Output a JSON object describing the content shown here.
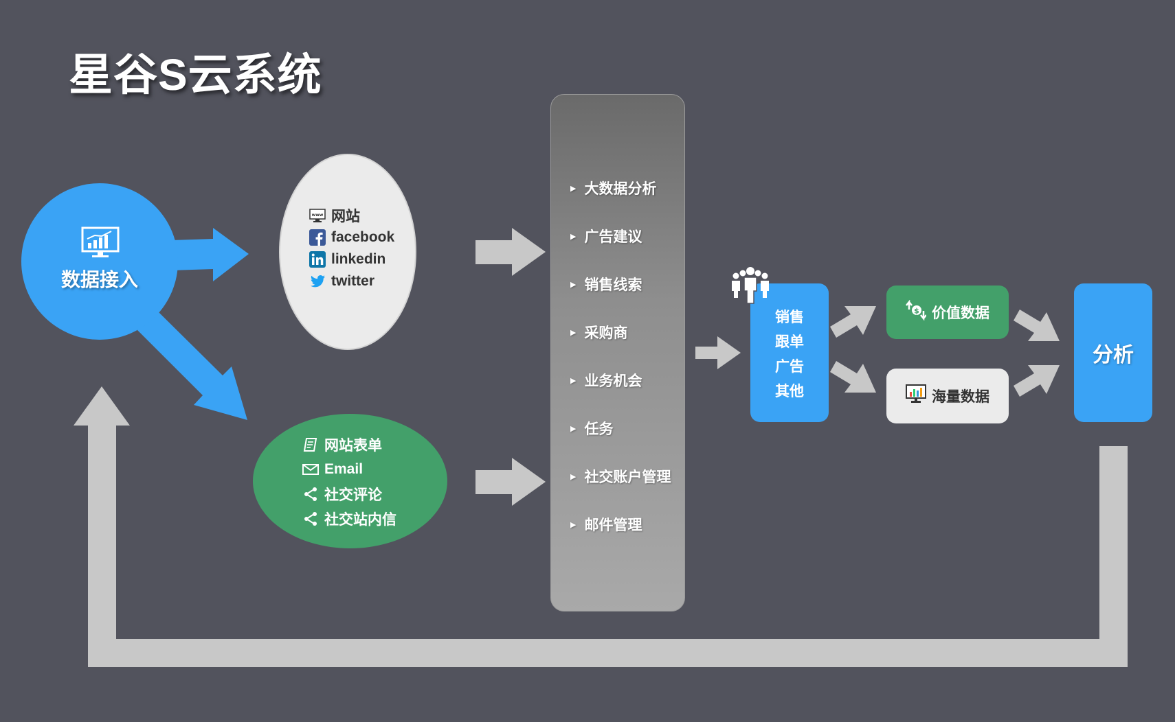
{
  "title": "星谷S云系统",
  "hub": {
    "label": "数据接入",
    "icon": "monitor-chart-icon"
  },
  "online_sources": [
    {
      "icon": "website-monitor-icon",
      "label": "网站"
    },
    {
      "icon": "facebook-icon",
      "label": "facebook"
    },
    {
      "icon": "linkedin-icon",
      "label": "linkedin"
    },
    {
      "icon": "twitter-icon",
      "label": "twitter"
    }
  ],
  "other_sources": [
    {
      "icon": "form-icon",
      "label": "网站表单"
    },
    {
      "icon": "envelope-icon",
      "label": "Email"
    },
    {
      "icon": "share-icon",
      "label": "社交评论"
    },
    {
      "icon": "share-icon",
      "label": "社交站内信"
    }
  ],
  "processing_list": [
    "大数据分析",
    "广告建议",
    "销售线索",
    "采购商",
    "业务机会",
    "任务",
    "社交账户管理",
    "邮件管理"
  ],
  "sales_box": {
    "lines": [
      "销售",
      "跟单",
      "广告",
      "其他"
    ],
    "icon": "people-group-icon"
  },
  "value_data": {
    "label": "价值数据",
    "icon": "money-exchange-icon"
  },
  "mass_data": {
    "label": "海量数据",
    "icon": "monitor-bar-chart-icon"
  },
  "analysis": {
    "label": "分析"
  },
  "colors": {
    "background": "#52535d",
    "blue": "#3aa3f5",
    "green": "#43a06a",
    "light_gray": "#ebebeb",
    "arrow_gray": "#c8c8c8"
  }
}
